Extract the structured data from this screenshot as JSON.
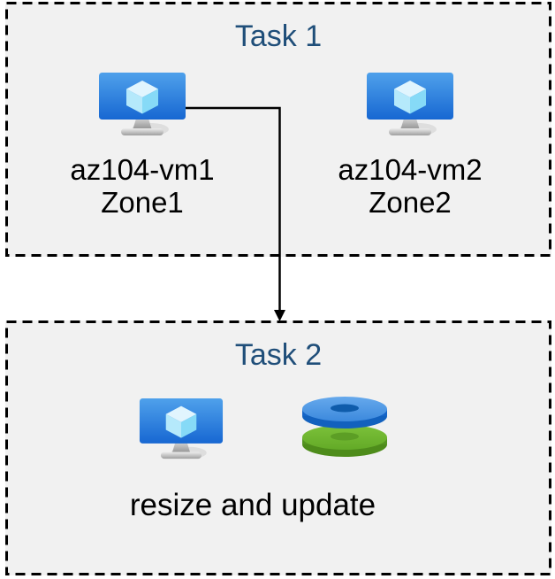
{
  "task1": {
    "title": "Task 1",
    "vms": [
      {
        "name": "az104-vm1",
        "zone": "Zone1"
      },
      {
        "name": "az104-vm2",
        "zone": "Zone2"
      }
    ]
  },
  "task2": {
    "title": "Task 2",
    "caption": "resize and update"
  },
  "icons": [
    "virtual-machine-icon",
    "virtual-machine-icon",
    "virtual-machine-icon",
    "managed-disks-icon",
    "elbow-arrow-connector"
  ],
  "colors": {
    "title_text": "#1F4E79",
    "body_text": "#000000",
    "box_fill": "#F1F1F1",
    "box_border": "#000000",
    "arrow": "#000000",
    "vm_screen_top": "#4FA1EB",
    "vm_screen_bottom": "#1767D2",
    "cube_top_face": "#E1F5FE",
    "cube_left_face": "#B5E9FB",
    "cube_right_face": "#86DAF7",
    "disk_blue_top": "#4E96E2",
    "disk_blue_side": "#1565C8",
    "disk_blue_hole": "#0F5CAB",
    "disk_green_top": "#6EB42F",
    "disk_green_side": "#559422",
    "disk_green_hole": "#5C9E25"
  }
}
